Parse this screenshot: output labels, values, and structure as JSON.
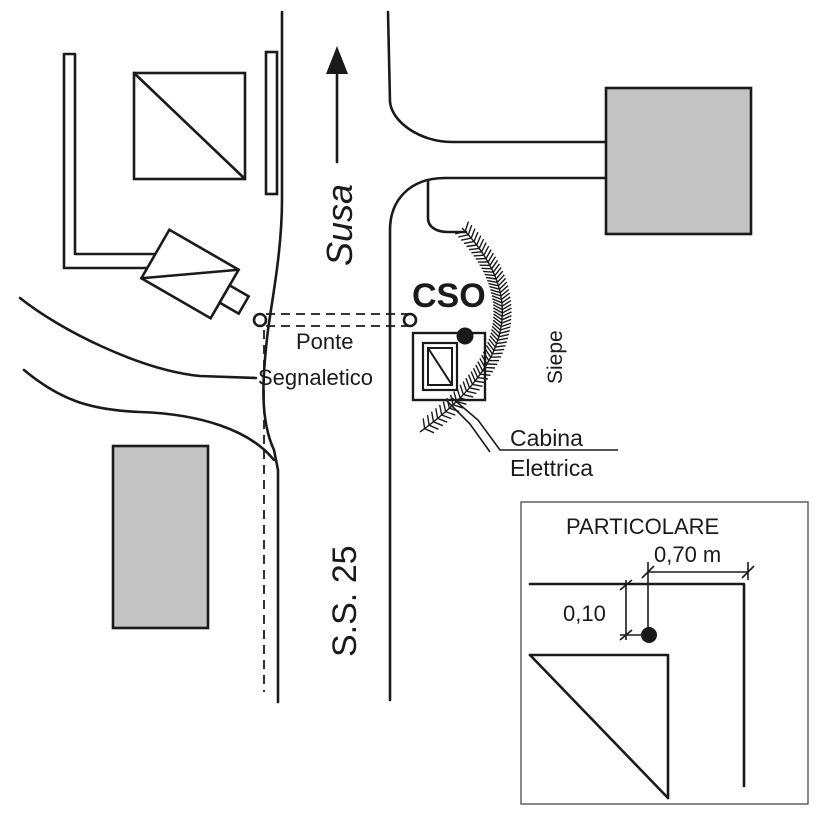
{
  "labels": {
    "road_north": "Susa",
    "road_south": "S.S. 25",
    "station": "CSO",
    "bridge_line1": "Ponte",
    "bridge_line2": "Segnaletico",
    "hedge": "Siepe",
    "cabin_line1": "Cabina",
    "cabin_line2": "Elettrica"
  },
  "detail": {
    "title": "PARTICOLARE",
    "dim_horizontal": "0,70 m",
    "dim_vertical": "0,10"
  },
  "colors": {
    "building_fill": "#c3c3c3",
    "ink": "#1a1a1a",
    "background": "#ffffff"
  },
  "icons": {
    "direction_arrow": "north-arrow-icon",
    "station_marker": "filled-dot-icon"
  }
}
